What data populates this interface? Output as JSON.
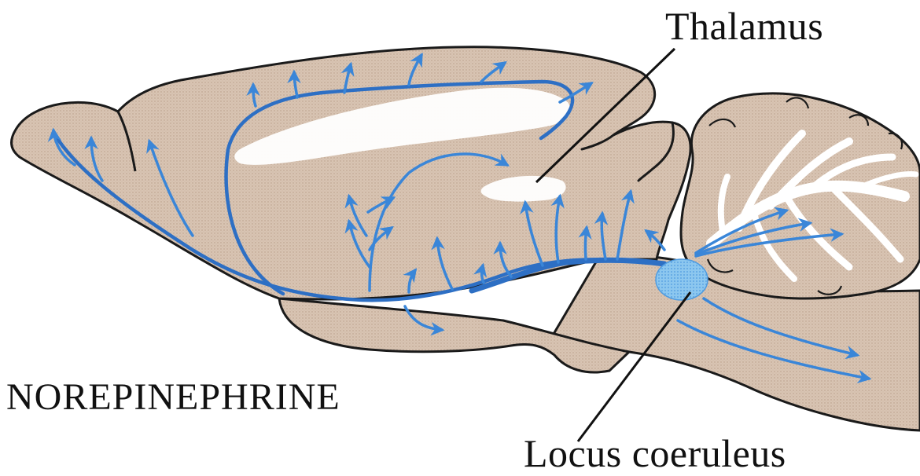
{
  "labels": {
    "thalamus": "Thalamus",
    "neurotransmitter": "NOREPINEPHRINE",
    "locus_coeruleus": "Locus coeruleus"
  },
  "colors": {
    "brain_fill": "#d7c2b0",
    "brain_outline": "#1a1a1a",
    "pathway": "#2d6fc4",
    "projection_arrow": "#3a86d8",
    "locus_fill": "#7cbcea",
    "white_matter": "#ffffff",
    "leader_line": "#111111"
  },
  "icons": {
    "arrowhead": "projection-arrowhead-icon"
  }
}
